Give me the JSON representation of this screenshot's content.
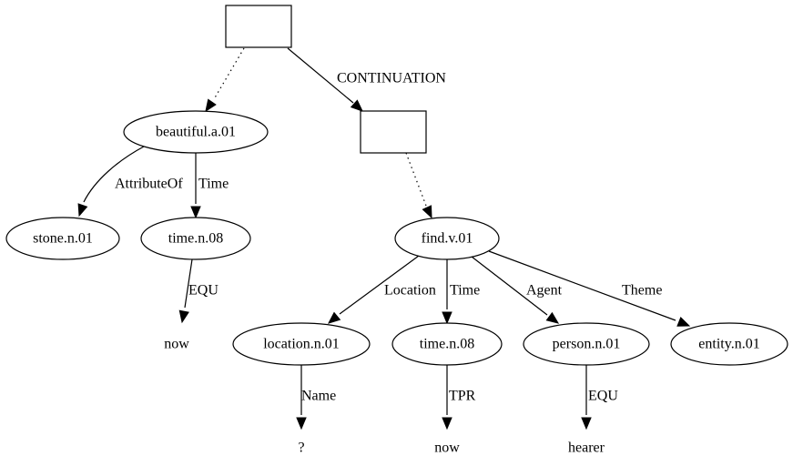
{
  "nodes": [
    {
      "id": "box1",
      "shape": "box",
      "label": ""
    },
    {
      "id": "beautiful",
      "shape": "ellipse",
      "label": "beautiful.a.01"
    },
    {
      "id": "box2",
      "shape": "box",
      "label": ""
    },
    {
      "id": "stone",
      "shape": "ellipse",
      "label": "stone.n.01"
    },
    {
      "id": "time1",
      "shape": "ellipse",
      "label": "time.n.08"
    },
    {
      "id": "find",
      "shape": "ellipse",
      "label": "find.v.01"
    },
    {
      "id": "now1",
      "shape": "plain",
      "label": "now"
    },
    {
      "id": "location",
      "shape": "ellipse",
      "label": "location.n.01"
    },
    {
      "id": "time2",
      "shape": "ellipse",
      "label": "time.n.08"
    },
    {
      "id": "person",
      "shape": "ellipse",
      "label": "person.n.01"
    },
    {
      "id": "entity",
      "shape": "ellipse",
      "label": "entity.n.01"
    },
    {
      "id": "question",
      "shape": "plain",
      "label": "?"
    },
    {
      "id": "now2",
      "shape": "plain",
      "label": "now"
    },
    {
      "id": "hearer",
      "shape": "plain",
      "label": "hearer"
    }
  ],
  "edges": [
    {
      "from": "box1",
      "to": "beautiful",
      "label": "",
      "style": "dotted"
    },
    {
      "from": "box1",
      "to": "box2",
      "label": "CONTINUATION",
      "style": "solid"
    },
    {
      "from": "beautiful",
      "to": "stone",
      "label": "AttributeOf",
      "style": "solid"
    },
    {
      "from": "beautiful",
      "to": "time1",
      "label": "Time",
      "style": "solid"
    },
    {
      "from": "time1",
      "to": "now1",
      "label": "EQU",
      "style": "solid"
    },
    {
      "from": "box2",
      "to": "find",
      "label": "",
      "style": "dotted"
    },
    {
      "from": "find",
      "to": "location",
      "label": "Location",
      "style": "solid"
    },
    {
      "from": "find",
      "to": "time2",
      "label": "Time",
      "style": "solid"
    },
    {
      "from": "find",
      "to": "person",
      "label": "Agent",
      "style": "solid"
    },
    {
      "from": "find",
      "to": "entity",
      "label": "Theme",
      "style": "solid"
    },
    {
      "from": "location",
      "to": "question",
      "label": "Name",
      "style": "solid"
    },
    {
      "from": "time2",
      "to": "now2",
      "label": "TPR",
      "style": "solid"
    },
    {
      "from": "person",
      "to": "hearer",
      "label": "EQU",
      "style": "solid"
    }
  ]
}
